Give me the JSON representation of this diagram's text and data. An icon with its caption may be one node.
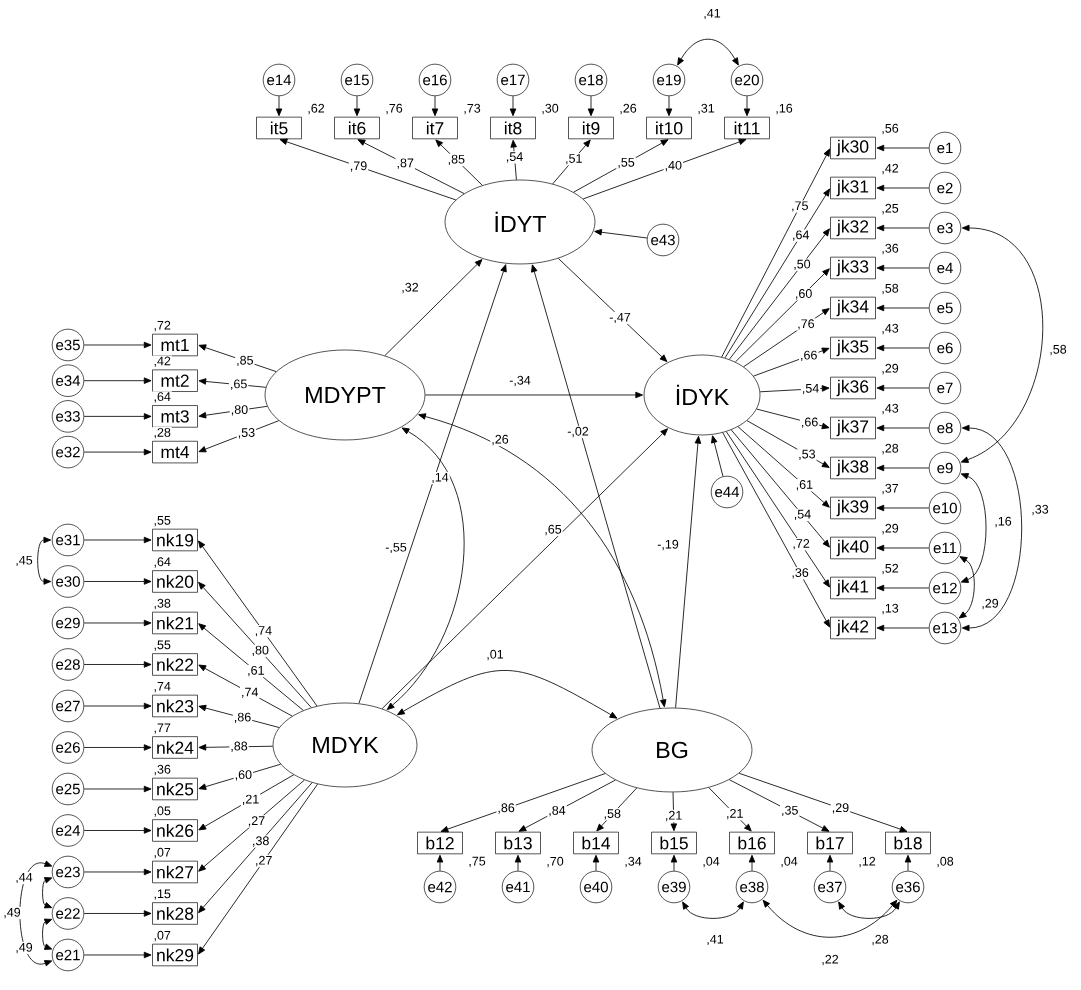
{
  "diagram": {
    "nodes": [
      {
        "text": [
          "İDYT"
        ]
      },
      {
        "text": [
          "MDYPT"
        ]
      },
      {
        "text": [
          "İDYK"
        ]
      },
      {
        "text": [
          "MDYK"
        ]
      },
      {
        "text": [
          "BG"
        ]
      },
      {
        "text": [
          "it5"
        ],
        "beside": [
          ",62"
        ]
      },
      {
        "text": [
          "it6"
        ],
        "beside": [
          ",76"
        ]
      },
      {
        "text": [
          "it7"
        ],
        "beside": [
          ",73"
        ]
      },
      {
        "text": [
          "it8"
        ],
        "beside": [
          ",30"
        ]
      },
      {
        "text": [
          "it9"
        ],
        "beside": [
          ",26"
        ]
      },
      {
        "text": [
          "it10"
        ],
        "beside": [
          ",31"
        ]
      },
      {
        "text": [
          "it11"
        ],
        "beside": [
          ",16"
        ]
      },
      {
        "text": [
          "e14"
        ]
      },
      {
        "text": [
          "e15"
        ]
      },
      {
        "text": [
          "e16"
        ]
      },
      {
        "text": [
          "e17"
        ]
      },
      {
        "text": [
          "e18"
        ]
      },
      {
        "text": [
          "e19"
        ]
      },
      {
        "text": [
          "e20"
        ]
      },
      {
        "text": [
          "jk30"
        ],
        "beside": [
          ",56"
        ]
      },
      {
        "text": [
          "jk31"
        ],
        "beside": [
          ",42"
        ]
      },
      {
        "text": [
          "jk32"
        ],
        "beside": [
          ",25"
        ]
      },
      {
        "text": [
          "jk33"
        ],
        "beside": [
          ",36"
        ]
      },
      {
        "text": [
          "jk34"
        ],
        "beside": [
          ",58"
        ]
      },
      {
        "text": [
          "jk35"
        ],
        "beside": [
          ",43"
        ]
      },
      {
        "text": [
          "jk36"
        ],
        "beside": [
          ",29"
        ]
      },
      {
        "text": [
          "jk37"
        ],
        "beside": [
          ",43"
        ]
      },
      {
        "text": [
          "jk38"
        ],
        "beside": [
          ",28"
        ]
      },
      {
        "text": [
          "jk39"
        ],
        "beside": [
          ",37"
        ]
      },
      {
        "text": [
          "jk40"
        ],
        "beside": [
          ",29"
        ]
      },
      {
        "text": [
          "jk41"
        ],
        "beside": [
          ",52"
        ]
      },
      {
        "text": [
          "jk42"
        ],
        "beside": [
          ",13"
        ]
      },
      {
        "text": [
          "e1"
        ]
      },
      {
        "text": [
          "e2"
        ]
      },
      {
        "text": [
          "e3"
        ]
      },
      {
        "text": [
          "e4"
        ]
      },
      {
        "text": [
          "e5"
        ]
      },
      {
        "text": [
          "e6"
        ]
      },
      {
        "text": [
          "e7"
        ]
      },
      {
        "text": [
          "e8"
        ]
      },
      {
        "text": [
          "e9"
        ]
      },
      {
        "text": [
          "e10"
        ]
      },
      {
        "text": [
          "e11"
        ]
      },
      {
        "text": [
          "e12"
        ]
      },
      {
        "text": [
          "e13"
        ]
      },
      {
        "text": [
          "mt1"
        ],
        "beside": [
          ",72"
        ]
      },
      {
        "text": [
          "mt2"
        ],
        "beside": [
          ",42"
        ]
      },
      {
        "text": [
          "mt3"
        ],
        "beside": [
          ",64"
        ]
      },
      {
        "text": [
          "mt4"
        ],
        "beside": [
          ",28"
        ]
      },
      {
        "text": [
          "e35"
        ]
      },
      {
        "text": [
          "e34"
        ]
      },
      {
        "text": [
          "e33"
        ]
      },
      {
        "text": [
          "e32"
        ]
      },
      {
        "text": [
          "nk19"
        ],
        "beside": [
          ",55"
        ]
      },
      {
        "text": [
          "nk20"
        ],
        "beside": [
          ",64"
        ]
      },
      {
        "text": [
          "nk21"
        ],
        "beside": [
          ",38"
        ]
      },
      {
        "text": [
          "nk22"
        ],
        "beside": [
          ",55"
        ]
      },
      {
        "text": [
          "nk23"
        ],
        "beside": [
          ",74"
        ]
      },
      {
        "text": [
          "nk24"
        ],
        "beside": [
          ",77"
        ]
      },
      {
        "text": [
          "nk25"
        ],
        "beside": [
          ",36"
        ]
      },
      {
        "text": [
          "nk26"
        ],
        "beside": [
          ",05"
        ]
      },
      {
        "text": [
          "nk27"
        ],
        "beside": [
          ",07"
        ]
      },
      {
        "text": [
          "nk28"
        ],
        "beside": [
          ",15"
        ]
      },
      {
        "text": [
          "nk29"
        ],
        "beside": [
          ",07"
        ]
      },
      {
        "text": [
          "e31"
        ]
      },
      {
        "text": [
          "e30"
        ]
      },
      {
        "text": [
          "e29"
        ]
      },
      {
        "text": [
          "e28"
        ]
      },
      {
        "text": [
          "e27"
        ]
      },
      {
        "text": [
          "e26"
        ]
      },
      {
        "text": [
          "e25"
        ]
      },
      {
        "text": [
          "e24"
        ]
      },
      {
        "text": [
          "e23"
        ]
      },
      {
        "text": [
          "e22"
        ]
      },
      {
        "text": [
          "e21"
        ]
      },
      {
        "text": [
          "b12"
        ],
        "beside": [
          ",75"
        ]
      },
      {
        "text": [
          "b13"
        ],
        "beside": [
          ",70"
        ]
      },
      {
        "text": [
          "b14"
        ],
        "beside": [
          ",34"
        ]
      },
      {
        "text": [
          "b15"
        ],
        "beside": [
          ",04"
        ]
      },
      {
        "text": [
          "b16"
        ],
        "beside": [
          ",04"
        ]
      },
      {
        "text": [
          "b17"
        ],
        "beside": [
          ",12"
        ]
      },
      {
        "text": [
          "b18"
        ],
        "beside": [
          ",08"
        ]
      },
      {
        "text": [
          "e42"
        ]
      },
      {
        "text": [
          "e41"
        ]
      },
      {
        "text": [
          "e40"
        ]
      },
      {
        "text": [
          "e39"
        ]
      },
      {
        "text": [
          "e38"
        ]
      },
      {
        "text": [
          "e37"
        ]
      },
      {
        "text": [
          "e36"
        ]
      },
      {
        "text": [
          "e43"
        ]
      },
      {
        "text": [
          "e44"
        ]
      }
    ],
    "edges": [
      {
        "from": 1,
        "to": 0,
        "arrow": "to",
        "label": ",32"
      },
      {
        "from": 1,
        "to": 2,
        "arrow": "to",
        "label": "-,34"
      },
      {
        "from": 0,
        "to": 2,
        "arrow": "to",
        "label": "-,47"
      },
      {
        "from": 3,
        "to": 0,
        "arrow": "to",
        "label": "-,55"
      },
      {
        "from": 3,
        "to": 2,
        "arrow": "to",
        "label": ",65"
      },
      {
        "from": 4,
        "to": 0,
        "arrow": "to",
        "label": "-,02"
      },
      {
        "from": 4,
        "to": 2,
        "arrow": "to",
        "label": "-,19"
      },
      {
        "from": 1,
        "to": 3,
        "arrow": "both",
        "label": ",14"
      },
      {
        "from": 1,
        "to": 4,
        "arrow": "both",
        "label": ",26"
      },
      {
        "from": 3,
        "to": 4,
        "arrow": "both",
        "label": ",01"
      },
      {
        "from": 89,
        "to": 0,
        "arrow": "to"
      },
      {
        "from": 90,
        "to": 2,
        "arrow": "to"
      },
      {
        "from": 0,
        "to": 5,
        "arrow": "to",
        "label": ",79"
      },
      {
        "from": 0,
        "to": 6,
        "arrow": "to",
        "label": ",87"
      },
      {
        "from": 0,
        "to": 7,
        "arrow": "to",
        "label": ",85"
      },
      {
        "from": 0,
        "to": 8,
        "arrow": "to",
        "label": ",54"
      },
      {
        "from": 0,
        "to": 9,
        "arrow": "to",
        "label": ",51"
      },
      {
        "from": 0,
        "to": 10,
        "arrow": "to",
        "label": ",55"
      },
      {
        "from": 0,
        "to": 11,
        "arrow": "to",
        "label": ",40"
      },
      {
        "from": 12,
        "to": 5,
        "arrow": "to"
      },
      {
        "from": 13,
        "to": 6,
        "arrow": "to"
      },
      {
        "from": 14,
        "to": 7,
        "arrow": "to"
      },
      {
        "from": 15,
        "to": 8,
        "arrow": "to"
      },
      {
        "from": 16,
        "to": 9,
        "arrow": "to"
      },
      {
        "from": 17,
        "to": 10,
        "arrow": "to"
      },
      {
        "from": 18,
        "to": 11,
        "arrow": "to"
      },
      {
        "from": 2,
        "to": 19,
        "arrow": "to",
        "label": ",75"
      },
      {
        "from": 2,
        "to": 20,
        "arrow": "to",
        "label": ",64"
      },
      {
        "from": 2,
        "to": 21,
        "arrow": "to",
        "label": ",50"
      },
      {
        "from": 2,
        "to": 22,
        "arrow": "to",
        "label": ",60"
      },
      {
        "from": 2,
        "to": 23,
        "arrow": "to",
        "label": ",76"
      },
      {
        "from": 2,
        "to": 24,
        "arrow": "to",
        "label": ",66"
      },
      {
        "from": 2,
        "to": 25,
        "arrow": "to",
        "label": ",54"
      },
      {
        "from": 2,
        "to": 26,
        "arrow": "to",
        "label": ",66"
      },
      {
        "from": 2,
        "to": 27,
        "arrow": "to",
        "label": ",53"
      },
      {
        "from": 2,
        "to": 28,
        "arrow": "to",
        "label": ",61"
      },
      {
        "from": 2,
        "to": 29,
        "arrow": "to",
        "label": ",54"
      },
      {
        "from": 2,
        "to": 30,
        "arrow": "to",
        "label": ",72"
      },
      {
        "from": 2,
        "to": 31,
        "arrow": "to",
        "label": ",36"
      },
      {
        "from": 32,
        "to": 19,
        "arrow": "to"
      },
      {
        "from": 33,
        "to": 20,
        "arrow": "to"
      },
      {
        "from": 34,
        "to": 21,
        "arrow": "to"
      },
      {
        "from": 35,
        "to": 22,
        "arrow": "to"
      },
      {
        "from": 36,
        "to": 23,
        "arrow": "to"
      },
      {
        "from": 37,
        "to": 24,
        "arrow": "to"
      },
      {
        "from": 38,
        "to": 25,
        "arrow": "to"
      },
      {
        "from": 39,
        "to": 26,
        "arrow": "to"
      },
      {
        "from": 40,
        "to": 27,
        "arrow": "to"
      },
      {
        "from": 41,
        "to": 28,
        "arrow": "to"
      },
      {
        "from": 42,
        "to": 29,
        "arrow": "to"
      },
      {
        "from": 43,
        "to": 30,
        "arrow": "to"
      },
      {
        "from": 44,
        "to": 31,
        "arrow": "to"
      },
      {
        "from": 1,
        "to": 45,
        "arrow": "to",
        "label": ",85"
      },
      {
        "from": 1,
        "to": 46,
        "arrow": "to",
        "label": ",65"
      },
      {
        "from": 1,
        "to": 47,
        "arrow": "to",
        "label": ",80"
      },
      {
        "from": 1,
        "to": 48,
        "arrow": "to",
        "label": ",53"
      },
      {
        "from": 49,
        "to": 45,
        "arrow": "to"
      },
      {
        "from": 50,
        "to": 46,
        "arrow": "to"
      },
      {
        "from": 51,
        "to": 47,
        "arrow": "to"
      },
      {
        "from": 52,
        "to": 48,
        "arrow": "to"
      },
      {
        "from": 3,
        "to": 53,
        "arrow": "to",
        "label": ",74"
      },
      {
        "from": 3,
        "to": 54,
        "arrow": "to",
        "label": ",80"
      },
      {
        "from": 3,
        "to": 55,
        "arrow": "to",
        "label": ",61"
      },
      {
        "from": 3,
        "to": 56,
        "arrow": "to",
        "label": ",74"
      },
      {
        "from": 3,
        "to": 57,
        "arrow": "to",
        "label": ",86"
      },
      {
        "from": 3,
        "to": 58,
        "arrow": "to",
        "label": ",88"
      },
      {
        "from": 3,
        "to": 59,
        "arrow": "to",
        "label": ",60"
      },
      {
        "from": 3,
        "to": 60,
        "arrow": "to",
        "label": ",21"
      },
      {
        "from": 3,
        "to": 61,
        "arrow": "to",
        "label": ",27"
      },
      {
        "from": 3,
        "to": 62,
        "arrow": "to",
        "label": ",38"
      },
      {
        "from": 3,
        "to": 63,
        "arrow": "to",
        "label": ",27"
      },
      {
        "from": 64,
        "to": 53,
        "arrow": "to"
      },
      {
        "from": 65,
        "to": 54,
        "arrow": "to"
      },
      {
        "from": 66,
        "to": 55,
        "arrow": "to"
      },
      {
        "from": 67,
        "to": 56,
        "arrow": "to"
      },
      {
        "from": 68,
        "to": 57,
        "arrow": "to"
      },
      {
        "from": 69,
        "to": 58,
        "arrow": "to"
      },
      {
        "from": 70,
        "to": 59,
        "arrow": "to"
      },
      {
        "from": 71,
        "to": 60,
        "arrow": "to"
      },
      {
        "from": 72,
        "to": 61,
        "arrow": "to"
      },
      {
        "from": 73,
        "to": 62,
        "arrow": "to"
      },
      {
        "from": 74,
        "to": 63,
        "arrow": "to"
      },
      {
        "from": 4,
        "to": 75,
        "arrow": "to",
        "label": ",86"
      },
      {
        "from": 4,
        "to": 76,
        "arrow": "to",
        "label": ",84"
      },
      {
        "from": 4,
        "to": 77,
        "arrow": "to",
        "label": ",58"
      },
      {
        "from": 4,
        "to": 78,
        "arrow": "to",
        "label": ",21"
      },
      {
        "from": 4,
        "to": 79,
        "arrow": "to",
        "label": ",21"
      },
      {
        "from": 4,
        "to": 80,
        "arrow": "to",
        "label": ",35"
      },
      {
        "from": 4,
        "to": 81,
        "arrow": "to",
        "label": ",29"
      },
      {
        "from": 82,
        "to": 75,
        "arrow": "to"
      },
      {
        "from": 83,
        "to": 76,
        "arrow": "to"
      },
      {
        "from": 84,
        "to": 77,
        "arrow": "to"
      },
      {
        "from": 85,
        "to": 78,
        "arrow": "to"
      },
      {
        "from": 86,
        "to": 79,
        "arrow": "to"
      },
      {
        "from": 87,
        "to": 80,
        "arrow": "to"
      },
      {
        "from": 88,
        "to": 81,
        "arrow": "to"
      },
      {
        "from": 17,
        "to": 18,
        "arrow": "both",
        "label": ",41"
      },
      {
        "from": 34,
        "to": 40,
        "arrow": "both",
        "label": ",58"
      },
      {
        "from": 39,
        "to": 44,
        "arrow": "both",
        "label": ",33"
      },
      {
        "from": 40,
        "to": 43,
        "arrow": "both",
        "label": ",16"
      },
      {
        "from": 42,
        "to": 44,
        "arrow": "both",
        "label": ",29"
      },
      {
        "from": 64,
        "to": 65,
        "arrow": "both",
        "label": ",45"
      },
      {
        "from": 72,
        "to": 73,
        "arrow": "both",
        "label": ",44"
      },
      {
        "from": 72,
        "to": 74,
        "arrow": "both",
        "label": ",49"
      },
      {
        "from": 73,
        "to": 74,
        "arrow": "both",
        "label": ",49"
      },
      {
        "from": 85,
        "to": 86,
        "arrow": "both",
        "label": ",41"
      },
      {
        "from": 87,
        "to": 88,
        "arrow": "both",
        "label": ",28"
      },
      {
        "from": 86,
        "to": 88,
        "arrow": "both",
        "label": ",22"
      }
    ]
  }
}
